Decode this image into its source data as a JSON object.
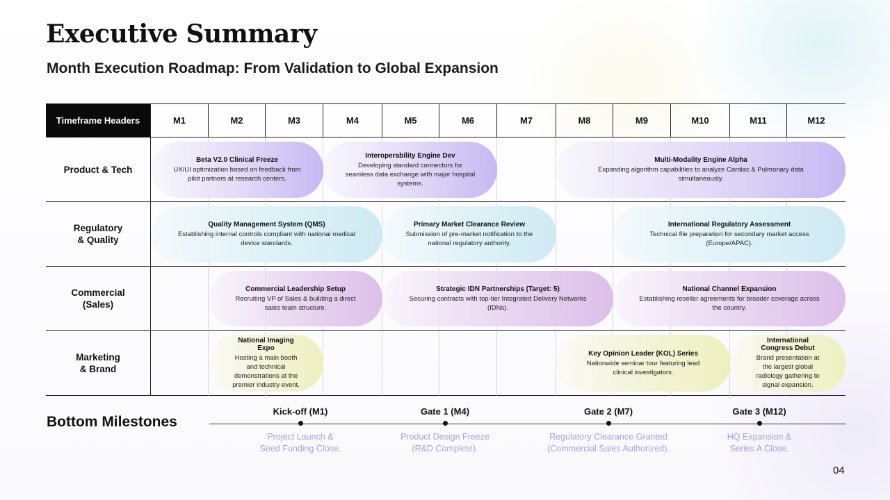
{
  "title": "Executive Summary",
  "subtitle": "Month Execution Roadmap: From Validation to Global Expansion",
  "table": {
    "corner_label": "Timeframe Headers",
    "months": [
      "M1",
      "M2",
      "M3",
      "M4",
      "M5",
      "M6",
      "M7",
      "M8",
      "M9",
      "M10",
      "M11",
      "M12"
    ],
    "rows": [
      {
        "label": "Product & Tech"
      },
      {
        "label": "Regulatory\n& Quality"
      },
      {
        "label": "Commercial\n(Sales)"
      },
      {
        "label": "Marketing\n& Brand"
      }
    ]
  },
  "bars": [
    {
      "row": 0,
      "start": 1,
      "end": 3,
      "color": "purple",
      "title": "Beta V2.0 Clinical Freeze",
      "desc": "UX/UI optimization based on feedback from pilot partners at research  centers."
    },
    {
      "row": 0,
      "start": 4,
      "end": 6,
      "color": "purple",
      "title": "Interoperability Engine Dev",
      "desc": "Developing standard connectors for seamless data exchange with major hospital systems."
    },
    {
      "row": 0,
      "start": 8,
      "end": 12,
      "color": "purple",
      "title": "Multi-Modality Engine Alpha",
      "desc": "Expanding algorithm capabilities to analyze Cardiac & Pulmonary data simultaneously."
    },
    {
      "row": 1,
      "start": 1,
      "end": 4,
      "color": "cyan",
      "title": "Quality Management System (QMS)",
      "desc": "Establishing internal controls compliant with national medical device standards."
    },
    {
      "row": 1,
      "start": 5,
      "end": 7,
      "color": "cyan",
      "title": "Primary Market Clearance Review",
      "desc": "Submission of pre-market notification to the national regulatory authority."
    },
    {
      "row": 1,
      "start": 9,
      "end": 12,
      "color": "cyan",
      "title": "International Regulatory Assessment",
      "desc": "Technical file preparation for secondary market access (Europe/APAC)."
    },
    {
      "row": 2,
      "start": 2,
      "end": 4,
      "color": "pink",
      "title": "Commercial Leadership Setup",
      "desc": "Recruiting VP of Sales & building a direct sales team structure."
    },
    {
      "row": 2,
      "start": 5,
      "end": 8,
      "color": "pink",
      "title": "Strategic IDN Partnerships (Target: 5)",
      "desc": "Securing contracts with top-tier Integrated Delivery Networks (IDNs)."
    },
    {
      "row": 2,
      "start": 9,
      "end": 12,
      "color": "pink",
      "title": "National Channel Expansion",
      "desc": "Establishing reseller agreements for broader coverage across the country."
    },
    {
      "row": 3,
      "start": 2,
      "end": 3,
      "color": "yellow",
      "title": "National Imaging Expo",
      "desc": "Hosting a main booth and technical demonstrations at the premier industry event."
    },
    {
      "row": 3,
      "start": 8,
      "end": 10,
      "color": "yellow",
      "title": "Key Opinion Leader (KOL) Series",
      "desc": "Nationwide seminar tour featuring lead clinical investigators."
    },
    {
      "row": 3,
      "start": 11,
      "end": 12,
      "color": "yellow",
      "title": "International Congress Debut",
      "desc": "Brand presentation at the largest global radiology gathering to signal expansion."
    }
  ],
  "milestones": {
    "title": "Bottom Milestones",
    "items": [
      {
        "label": "Kick-off (M1)",
        "desc": "Project Launch &\nSeed Funding Close."
      },
      {
        "label": "Gate 1 (M4)",
        "desc": "Product Design Freeze\n(R&D Complete)."
      },
      {
        "label": "Gate 2 (M7)",
        "desc": "Regulatory Clearance Granted\n(Commercial Sales Authorized)."
      },
      {
        "label": "Gate 3 (M12)",
        "desc": "HQ Expansion &\nSeries A Close."
      }
    ]
  },
  "page_number": "04"
}
